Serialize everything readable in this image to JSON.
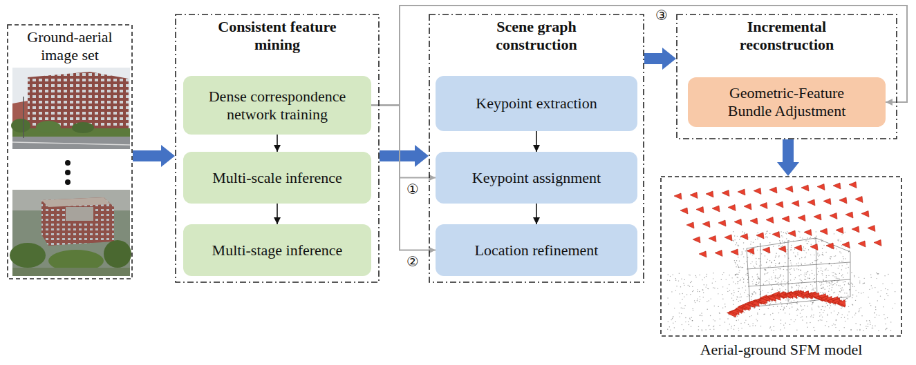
{
  "diagram": {
    "nodes": [
      {
        "text": [
          "Ground-aerial image set"
        ]
      },
      {
        "text": [
          "Consistent feature mining"
        ]
      },
      {
        "text": [
          "Dense correspondence network training"
        ],
        "in": 1
      },
      {
        "text": [
          "Multi-scale inference"
        ],
        "in": 1
      },
      {
        "text": [
          "Multi-stage inference"
        ],
        "in": 1
      },
      {
        "text": [
          "Scene graph construction"
        ]
      },
      {
        "text": [
          "Keypoint extraction"
        ],
        "in": 5
      },
      {
        "text": [
          "Keypoint assignment"
        ],
        "in": 5
      },
      {
        "text": [
          "Location refinement"
        ],
        "in": 5
      },
      {
        "text": [
          "Incremental reconstruction"
        ]
      },
      {
        "text": [
          "Geometric-Feature Bundle Adjustment"
        ],
        "in": 9
      },
      {
        "text": [
          "Aerial-ground SFM model"
        ]
      }
    ],
    "edges": [
      {
        "from": 0,
        "to": 1,
        "arrow": "to"
      },
      {
        "from": 1,
        "to": 5,
        "arrow": "to"
      },
      {
        "from": 5,
        "to": 9,
        "arrow": "to"
      },
      {
        "from": 9,
        "to": 11,
        "arrow": "to"
      },
      {
        "from": 2,
        "to": 3,
        "arrow": "to"
      },
      {
        "from": 3,
        "to": 4,
        "arrow": "to"
      },
      {
        "from": 6,
        "to": 7,
        "arrow": "to"
      },
      {
        "from": 7,
        "to": 8,
        "arrow": "to"
      },
      {
        "from": 2,
        "to": 7,
        "label": "①",
        "arrow": "to"
      },
      {
        "from": 2,
        "to": 8,
        "label": "②",
        "arrow": "to"
      },
      {
        "from": 2,
        "to": 10,
        "label": "③",
        "arrow": "to"
      }
    ]
  }
}
